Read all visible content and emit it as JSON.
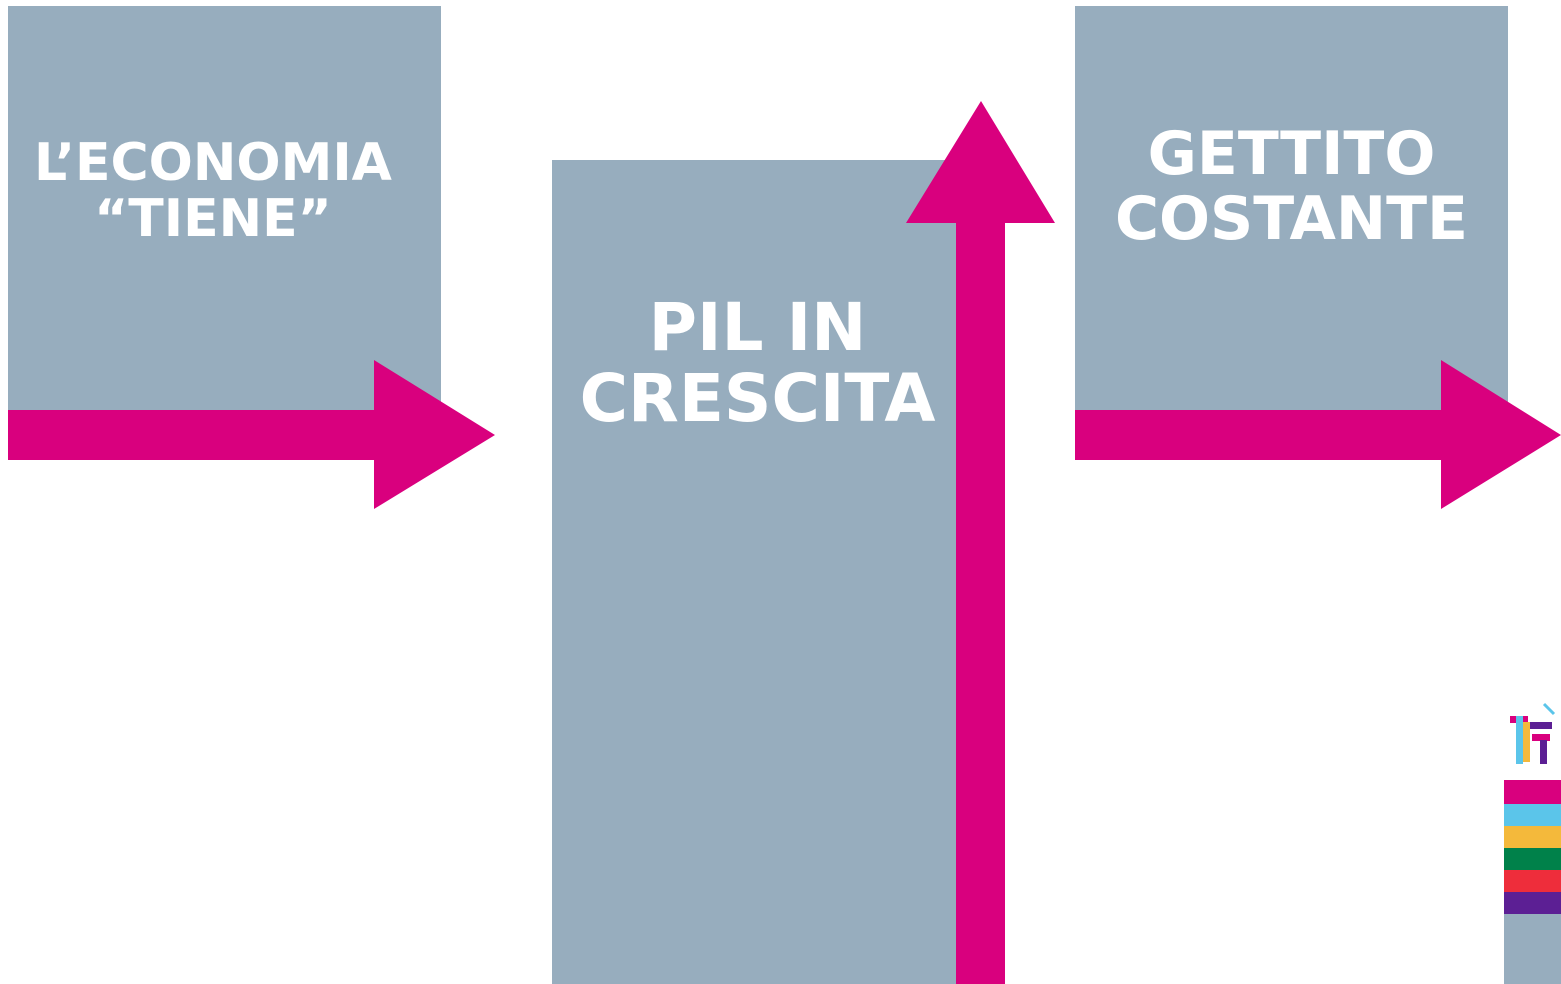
{
  "boxes": [
    {
      "lines": [
        "L’ECONOMIA",
        "“TIENE”"
      ]
    },
    {
      "lines": [
        "PIL IN",
        "CRESCITA"
      ]
    },
    {
      "lines": [
        "GETTITO",
        "COSTANTE"
      ]
    }
  ],
  "colors": {
    "box": "#97adbe",
    "arrow": "#d9007e",
    "text": "#ffffff",
    "stripes": [
      "#d9007e",
      "#5bc5ea",
      "#f4b93b",
      "#00814a",
      "#ee2d3b",
      "#5c1f94",
      "#97adbe"
    ]
  }
}
